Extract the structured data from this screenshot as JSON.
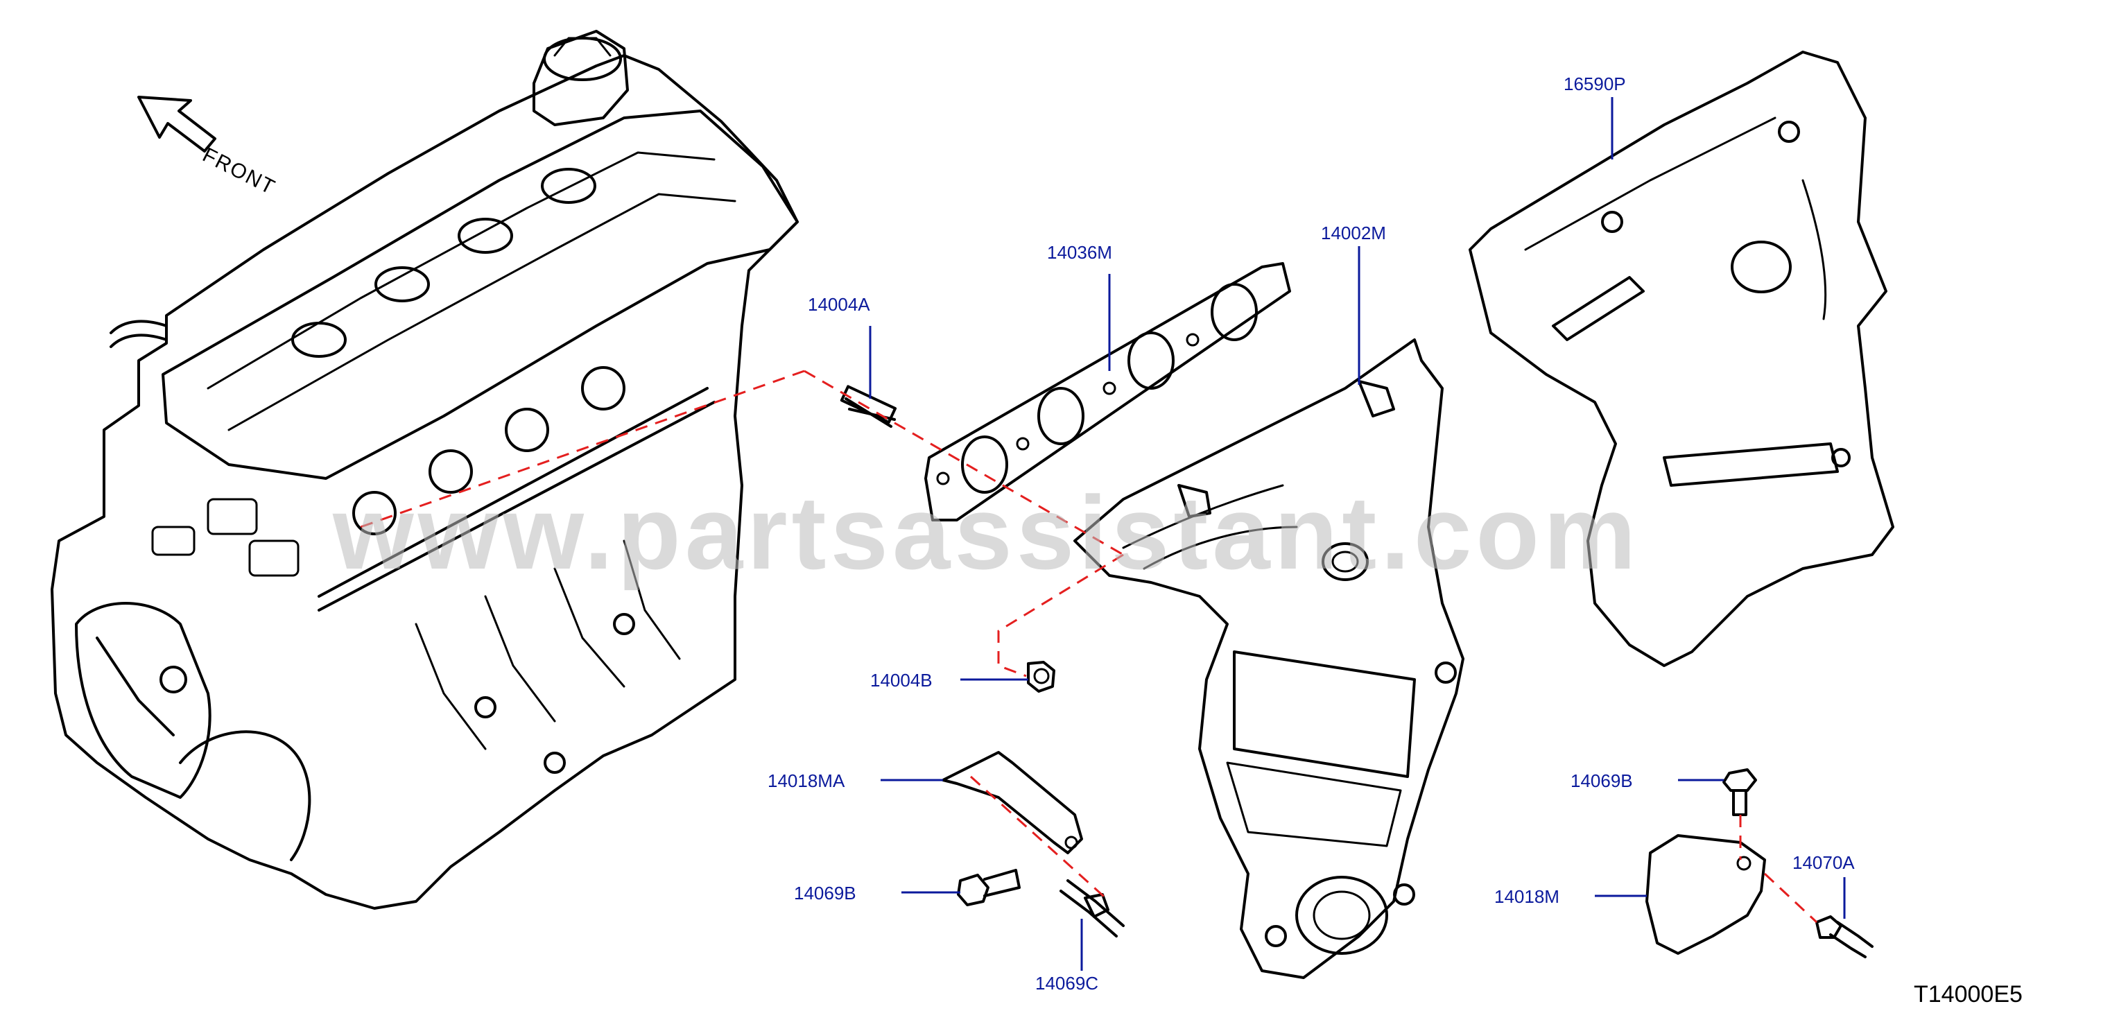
{
  "orientation": {
    "label": "FRONT",
    "icon": "arrow-up-left-icon"
  },
  "watermark": "www.partsassistant.com",
  "figure_reference": "T14000E5",
  "callouts": [
    {
      "id": "14004A",
      "label": "14004A"
    },
    {
      "id": "14036M",
      "label": "14036M"
    },
    {
      "id": "14002M",
      "label": "14002M"
    },
    {
      "id": "16590P",
      "label": "16590P"
    },
    {
      "id": "14004B",
      "label": "14004B"
    },
    {
      "id": "14018MA",
      "label": "14018MA"
    },
    {
      "id": "14069B-left",
      "label": "14069B"
    },
    {
      "id": "14069C",
      "label": "14069C"
    },
    {
      "id": "14069B-right",
      "label": "14069B"
    },
    {
      "id": "14018M",
      "label": "14018M"
    },
    {
      "id": "14070A",
      "label": "14070A"
    }
  ],
  "colors": {
    "line_art": "#000000",
    "callout_text": "#0b1a9c",
    "assembly_dash": "#e41f1f",
    "watermark": "#bdbdbd"
  }
}
